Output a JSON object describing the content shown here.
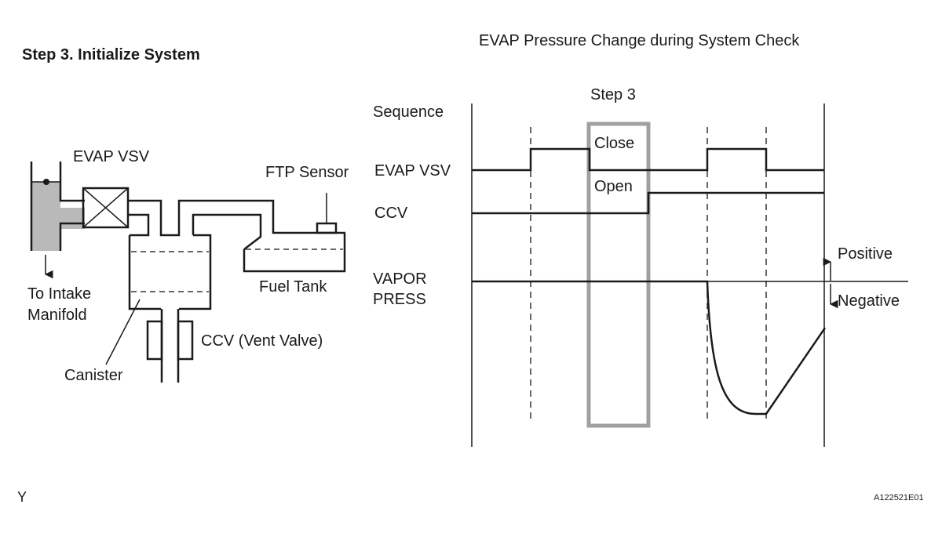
{
  "header": {
    "title": "Step 3. Initialize System",
    "chart_title": "EVAP Pressure Change during System Check"
  },
  "schematic": {
    "labels": {
      "evap_vsv": "EVAP VSV",
      "ftp_sensor": "FTP Sensor",
      "to_intake_1": "To Intake",
      "to_intake_2": "Manifold",
      "fuel_tank": "Fuel Tank",
      "ccv": "CCV (Vent Valve)",
      "canister": "Canister"
    },
    "colors": {
      "intake_fill": "#b9b9b9",
      "line": "#1a1a1a"
    }
  },
  "chart_data": {
    "type": "line",
    "title": "EVAP Pressure Change during System Check",
    "highlight_label": "Step 3",
    "highlight_step_index": 2,
    "highlight_color": "#a0a0a0",
    "step_boundaries": 6,
    "row_labels": {
      "sequence": "Sequence",
      "evap_vsv": "EVAP VSV",
      "ccv": "CCV",
      "vapor_press_1": "VAPOR",
      "vapor_press_2": "PRESS"
    },
    "state_labels": {
      "close": "Close",
      "open": "Open"
    },
    "axis_labels": {
      "positive": "Positive",
      "negative": "Negative"
    },
    "series": [
      {
        "name": "EVAP VSV",
        "kind": "digital",
        "x": [
          0,
          1,
          2,
          3,
          4,
          5,
          6
        ],
        "levels": [
          0,
          1,
          0,
          0,
          1,
          0
        ],
        "comment": "level per step interval, 1 = high"
      },
      {
        "name": "CCV",
        "kind": "digital",
        "levels": [
          0,
          0,
          0,
          1,
          1,
          1
        ],
        "comment": "switches high at end of Step 3"
      },
      {
        "name": "VAPOR PRESS",
        "kind": "analog",
        "x": [
          0,
          4,
          4.3,
          4.6,
          5,
          6
        ],
        "y": [
          0,
          0,
          -0.7,
          -0.95,
          -1.0,
          -0.35
        ],
        "ylim": [
          -1.1,
          0.3
        ],
        "comment": "0 = atmospheric; negative drop after step 4 begins"
      }
    ]
  },
  "footer": {
    "left_mark": "Y",
    "figure_id": "A122521E01"
  }
}
